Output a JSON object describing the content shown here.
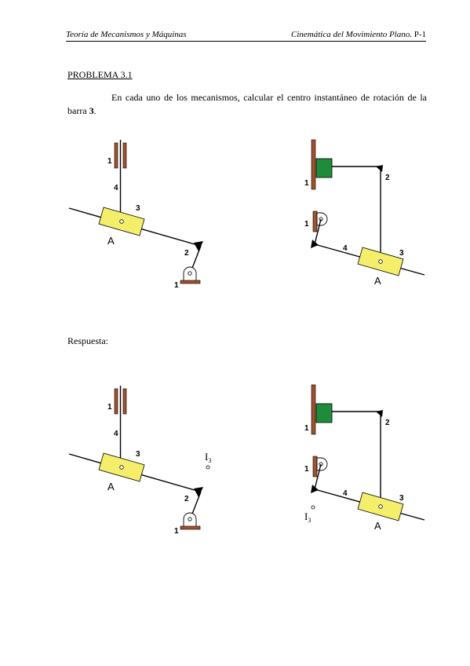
{
  "header": {
    "left": "Teoría de Mecanismos y Máquinas",
    "right": "Cinemática del Movimiento Plano.",
    "page": "P-1"
  },
  "problem": {
    "title": "PROBLEMA 3.1",
    "statement_main": "En cada uno de los mecanismos, calcular el centro instantáneo de rotación de la barra",
    "statement_bold": "3",
    "statement_end": "."
  },
  "answer_label": "Respuesta:",
  "figure_labels": {
    "link1": "1",
    "link2": "2",
    "link3": "3",
    "link4": "4",
    "point_a": "A",
    "icr_i": "I",
    "icr_sub": "3"
  },
  "colors": {
    "slider": "#f4ee6a",
    "ground": "#a0522d",
    "block": "#1e8c3a",
    "link": "#000000"
  }
}
